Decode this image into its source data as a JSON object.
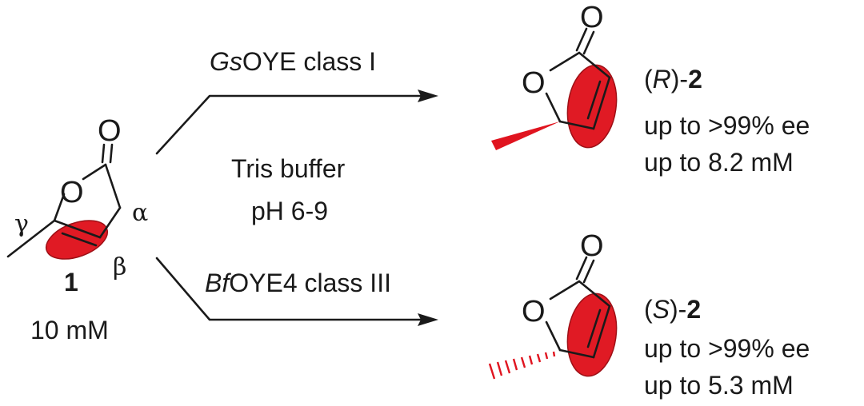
{
  "scheme": {
    "substrate": {
      "compound_number": "1",
      "concentration": "10 mM",
      "alpha_label": "α",
      "beta_label": "β",
      "gamma_label": "γ",
      "ring_oxygen": "O",
      "carbonyl_oxygen": "O"
    },
    "conditions": {
      "top_enzyme_italic": "Gs",
      "top_enzyme_rest": "OYE class I",
      "buffer_line1": "Tris buffer",
      "buffer_line2": "pH 6-9",
      "bottom_enzyme_italic": "Bf",
      "bottom_enzyme_rest": "OYE4 class III"
    },
    "product_R": {
      "paren_open": "(",
      "stereo": "R",
      "paren_close": ")-",
      "compound_number": "2",
      "ee": "up to >99% ee",
      "conc": "up to 8.2 mM",
      "ring_oxygen": "O",
      "carbonyl_oxygen": "O"
    },
    "product_S": {
      "paren_open": "(",
      "stereo": "S",
      "paren_close": ")-",
      "compound_number": "2",
      "ee": "up to >99% ee",
      "conc": "up to 5.3 mM",
      "ring_oxygen": "O",
      "carbonyl_oxygen": "O"
    },
    "colors": {
      "highlight": "#e01a24",
      "ink": "#1a1a1a"
    }
  }
}
